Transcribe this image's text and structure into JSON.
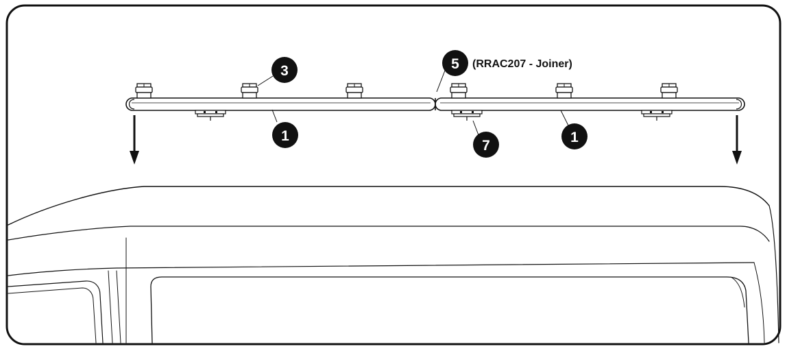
{
  "diagram": {
    "callouts": [
      {
        "id": "c3",
        "number": "3"
      },
      {
        "id": "c5",
        "number": "5"
      },
      {
        "id": "c1a",
        "number": "1"
      },
      {
        "id": "c7",
        "number": "7"
      },
      {
        "id": "c1b",
        "number": "1"
      }
    ],
    "joiner_label": "(RRAC207 - Joiner)",
    "colors": {
      "line": "#111111",
      "callout_fill": "#111111",
      "callout_text": "#ffffff",
      "background": "#ffffff"
    }
  }
}
